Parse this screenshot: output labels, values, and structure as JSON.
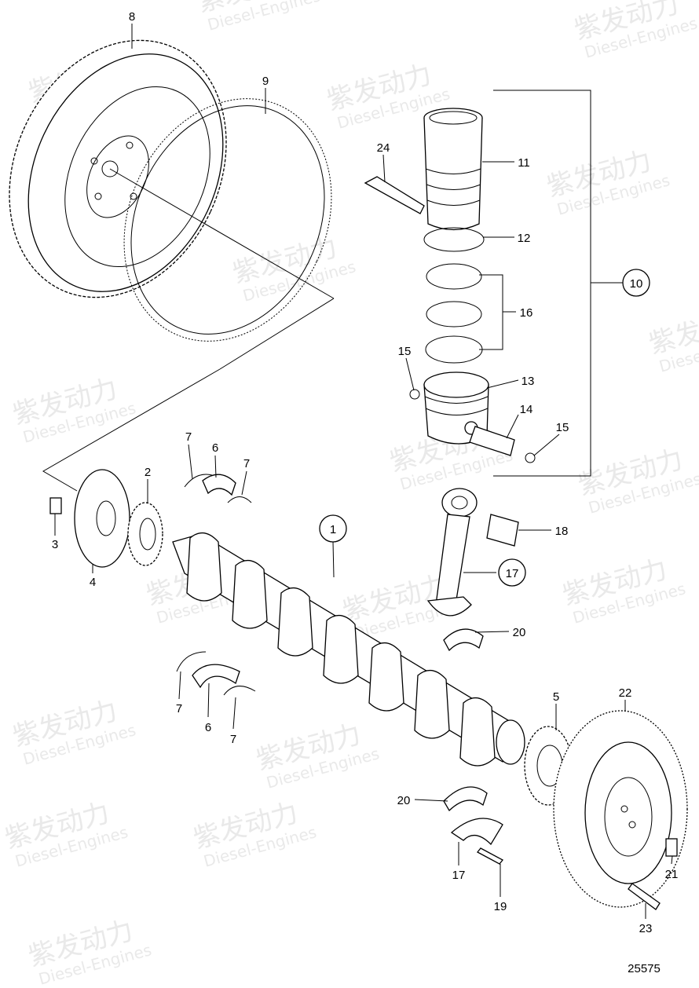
{
  "figure_number": "25575",
  "watermark": {
    "cn": "紫发动力",
    "en": "Diesel-Engines"
  },
  "callouts": {
    "c1": "1",
    "c2": "2",
    "c3": "3",
    "c4": "4",
    "c5": "5",
    "c6a": "6",
    "c6b": "6",
    "c7a": "7",
    "c7b": "7",
    "c7c": "7",
    "c7d": "7",
    "c8": "8",
    "c9": "9",
    "c10": "10",
    "c11": "11",
    "c12": "12",
    "c13": "13",
    "c14": "14",
    "c15a": "15",
    "c15b": "15",
    "c16": "16",
    "c17a": "17",
    "c17b": "17",
    "c18": "18",
    "c19": "19",
    "c20a": "20",
    "c20b": "20",
    "c21": "21",
    "c22": "22",
    "c23": "23",
    "c24": "24"
  },
  "circled_callouts": [
    "1",
    "10",
    "17"
  ],
  "colors": {
    "line": "#000000",
    "watermark": "#e9e9e9"
  }
}
